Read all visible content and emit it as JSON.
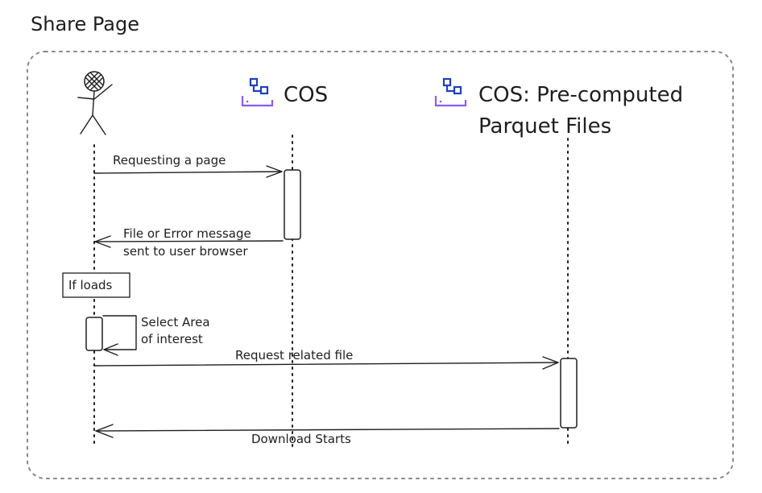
{
  "title": "Share Page",
  "participants": [
    {
      "name": "",
      "kind": "actor"
    },
    {
      "name": "COS",
      "kind": "storage",
      "icon": "cos-storage-icon"
    },
    {
      "name_line1": "COS: Pre-computed",
      "name_line2": "Parquet Files",
      "kind": "storage",
      "icon": "cos-storage-icon"
    }
  ],
  "messages": {
    "m1": "Requesting a page",
    "m2_line1": "File or Error message",
    "m2_line2": "sent to user browser",
    "condition": "If loads",
    "m3_line1": "Select Area",
    "m3_line2": "of interest",
    "m4": "Request related file",
    "m5": "Download Starts"
  },
  "colors": {
    "icon_blue": "#1f3fbf",
    "icon_purple": "#8a5cf6",
    "stroke": "#1e1e1e",
    "frame": "#888888"
  }
}
